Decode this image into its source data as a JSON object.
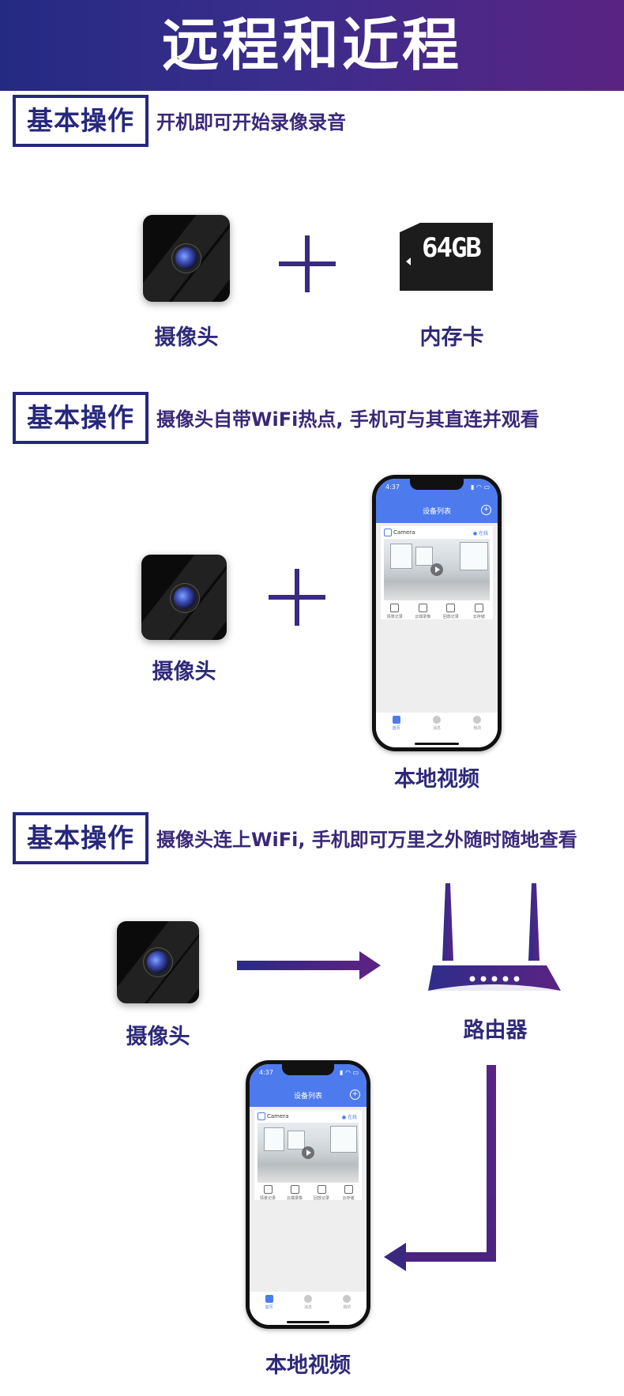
{
  "header": {
    "title": "远程和近程"
  },
  "sections": [
    {
      "badge": "基本操作",
      "desc": "开机即可开始录像录音"
    },
    {
      "badge": "基本操作",
      "desc": "摄像头自带WiFi热点, 手机可与其直连并观看"
    },
    {
      "badge": "基本操作",
      "desc": "摄像头连上WiFi, 手机即可万里之外随时随地查看"
    }
  ],
  "labels": {
    "camera": "摄像头",
    "memory_card": "内存卡",
    "local_video": "本地视频",
    "router": "路由器"
  },
  "sd_card": {
    "capacity": "64GB"
  },
  "phone": {
    "time": "4:37",
    "signal": "▮ ◠ ▭",
    "title": "设备列表",
    "add": "+",
    "device_name": "Camera",
    "status": "● 在线",
    "actions": [
      "情景记录",
      "云端录像",
      "回放记录",
      "云存储"
    ],
    "nav": [
      "首页",
      "消息",
      "我的"
    ]
  },
  "colors": {
    "header_start": "#242a82",
    "header_end": "#5a2383",
    "accent": "#26287c",
    "arrow_start": "#2a2a86",
    "arrow_end": "#5a2383",
    "phone_blue": "#4d7bee"
  }
}
